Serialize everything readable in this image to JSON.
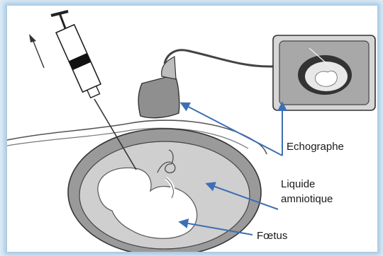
{
  "labels": {
    "echographe": "Echographe",
    "liquide_line1": "Liquide",
    "liquide_line2": "amniotique",
    "foetus": "Fœtus"
  },
  "colors": {
    "arrow": "#3d6fb5",
    "outline": "#333333",
    "shell": "#9a9a9a",
    "fluid": "#cfcfcf",
    "body": "#ffffff",
    "frame_glow": "#8fbfe0"
  },
  "icons": [
    "syringe-icon",
    "ultrasound-probe-icon",
    "monitor-icon",
    "fetus-icon",
    "uterus-icon"
  ]
}
